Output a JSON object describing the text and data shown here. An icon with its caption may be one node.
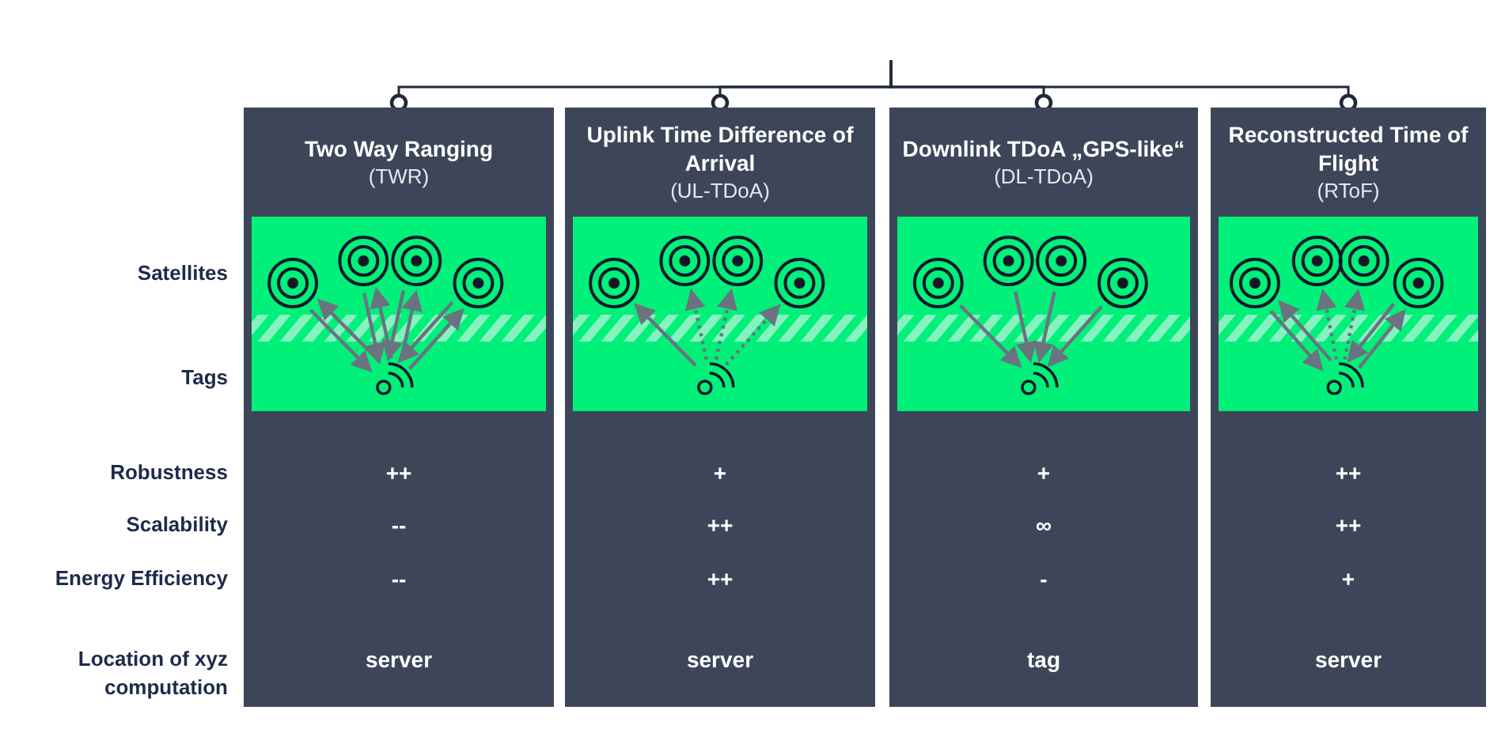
{
  "diagram": {
    "nodes": [
      {
        "text": [
          "Two Way Ranging",
          "(TWR)"
        ]
      },
      {
        "text": [
          "Uplink Time Difference of Arrival",
          "(UL-TDoA)"
        ]
      },
      {
        "text": [
          "Downlink TDoA „GPS-like“",
          "(DL-TDoA)"
        ]
      },
      {
        "text": [
          "Reconstructed Time of Flight",
          "(RToF)"
        ]
      }
    ],
    "edges": [
      {
        "from": null,
        "to": 0,
        "arrow": "other"
      },
      {
        "from": null,
        "to": 1,
        "arrow": "other"
      },
      {
        "from": null,
        "to": 2,
        "arrow": "other"
      },
      {
        "from": null,
        "to": 3,
        "arrow": "other"
      }
    ],
    "labels": [
      "Satellites",
      "Tags",
      "Robustness",
      "++",
      "+",
      "+",
      "++",
      "Scalability",
      "--",
      "++",
      "∞",
      "++",
      "Energy Efficiency",
      "--",
      "++",
      "-",
      "+",
      "Location of xyz computation",
      "server",
      "server",
      "tag",
      "server"
    ]
  }
}
